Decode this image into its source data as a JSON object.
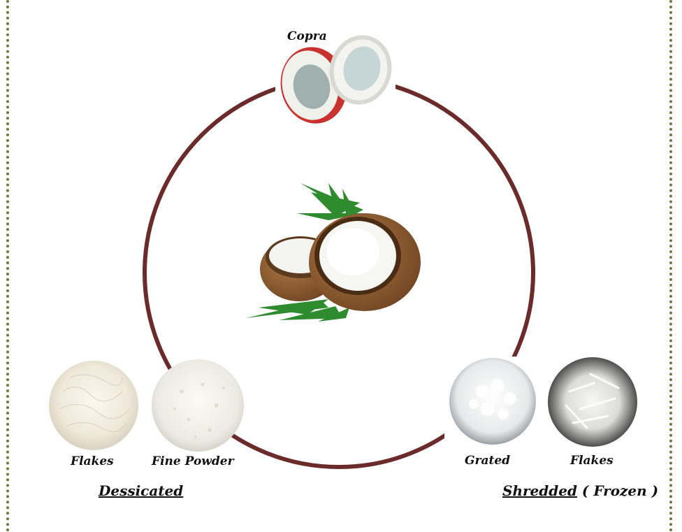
{
  "top": {
    "label": "Copra"
  },
  "center": {
    "image": "coconut-halves-with-palm-leaf"
  },
  "left_group": {
    "title": "Dessicated",
    "items": [
      {
        "label": "Flakes",
        "image": "desiccated-flakes"
      },
      {
        "label": "Fine Powder",
        "image": "desiccated-fine-powder"
      }
    ]
  },
  "right_group": {
    "title": "Shredded",
    "suffix": "( Frozen )",
    "items": [
      {
        "label": "Grated",
        "image": "frozen-grated-coconut"
      },
      {
        "label": "Flakes",
        "image": "frozen-shredded-flakes"
      }
    ]
  },
  "colors": {
    "ring": "#6b2b2b",
    "border": "#6b7a3a",
    "palm": "#2e8b2e",
    "husk": "#8b5a2b"
  }
}
